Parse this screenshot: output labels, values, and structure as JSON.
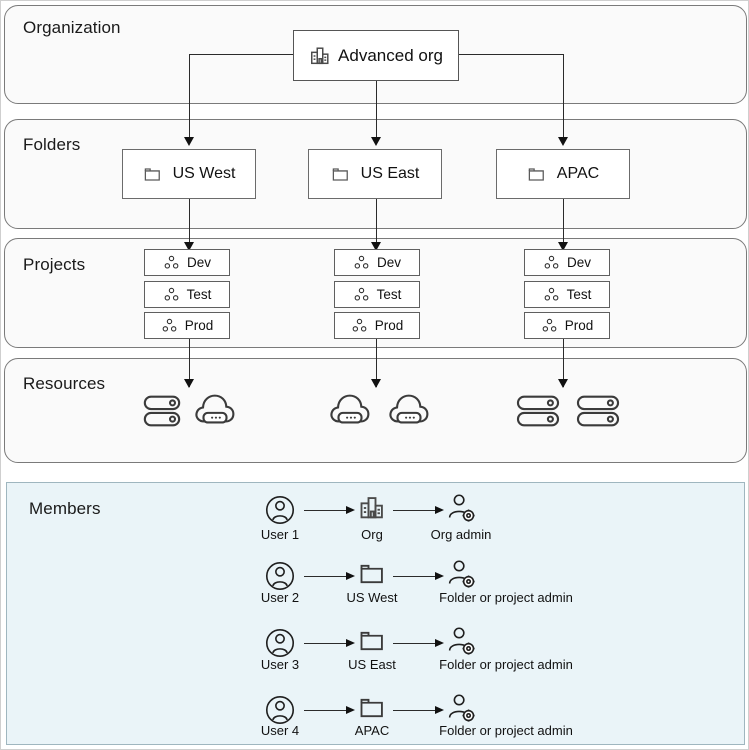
{
  "diagram": {
    "title": "Resource hierarchy and membership diagram",
    "accent_band_bg": "#fafafa",
    "members_band_bg": "#eaf4f8",
    "line_color": "#2b2b2b",
    "icon_color": "#3a3a3a"
  },
  "sections": {
    "organization": {
      "label": "Organization"
    },
    "folders": {
      "label": "Folders"
    },
    "projects": {
      "label": "Projects"
    },
    "resources": {
      "label": "Resources"
    },
    "members": {
      "label": "Members"
    }
  },
  "organization": {
    "node": {
      "label": "Advanced org",
      "icon": "organization-building-icon"
    }
  },
  "folders": [
    {
      "label": "US West",
      "icon": "folder-icon"
    },
    {
      "label": "US East",
      "icon": "folder-icon"
    },
    {
      "label": "APAC",
      "icon": "folder-icon"
    }
  ],
  "projects": {
    "columns": [
      {
        "folder": "US West",
        "items": [
          {
            "label": "Dev",
            "icon": "project-nodes-icon"
          },
          {
            "label": "Test",
            "icon": "project-nodes-icon"
          },
          {
            "label": "Prod",
            "icon": "project-nodes-icon"
          }
        ]
      },
      {
        "folder": "US East",
        "items": [
          {
            "label": "Dev",
            "icon": "project-nodes-icon"
          },
          {
            "label": "Test",
            "icon": "project-nodes-icon"
          },
          {
            "label": "Prod",
            "icon": "project-nodes-icon"
          }
        ]
      },
      {
        "folder": "APAC",
        "items": [
          {
            "label": "Dev",
            "icon": "project-nodes-icon"
          },
          {
            "label": "Test",
            "icon": "project-nodes-icon"
          },
          {
            "label": "Prod",
            "icon": "project-nodes-icon"
          }
        ]
      }
    ]
  },
  "resources": {
    "groups": [
      {
        "for_folder": "US West",
        "icons": [
          "server-rack-icon",
          "cloud-storage-icon"
        ]
      },
      {
        "for_folder": "US East",
        "icons": [
          "cloud-storage-icon",
          "cloud-storage-icon"
        ]
      },
      {
        "for_folder": "APAC",
        "icons": [
          "server-rack-icon",
          "server-rack-icon"
        ]
      }
    ]
  },
  "members": {
    "rows": [
      {
        "user": {
          "label": "User 1",
          "icon": "user-circle-icon"
        },
        "scope": {
          "label": "Org",
          "icon": "organization-building-icon"
        },
        "role": {
          "label": "Org admin",
          "icon": "user-admin-gear-icon"
        }
      },
      {
        "user": {
          "label": "User 2",
          "icon": "user-circle-icon"
        },
        "scope": {
          "label": "US West",
          "icon": "folder-icon"
        },
        "role": {
          "label": "Folder or project admin",
          "icon": "user-admin-gear-icon"
        }
      },
      {
        "user": {
          "label": "User 3",
          "icon": "user-circle-icon"
        },
        "scope": {
          "label": "US East",
          "icon": "folder-icon"
        },
        "role": {
          "label": "Folder or project admin",
          "icon": "user-admin-gear-icon"
        }
      },
      {
        "user": {
          "label": "User 4",
          "icon": "user-circle-icon"
        },
        "scope": {
          "label": "APAC",
          "icon": "folder-icon"
        },
        "role": {
          "label": "Folder or project admin",
          "icon": "user-admin-gear-icon"
        }
      }
    ]
  }
}
